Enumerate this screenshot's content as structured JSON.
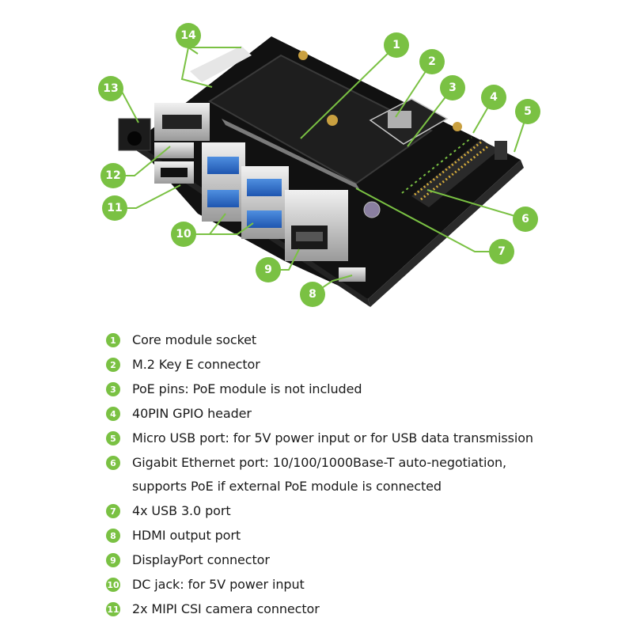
{
  "accent_color": "#7ac143",
  "board_color": "#111111",
  "callouts": [
    {
      "number": "1"
    },
    {
      "number": "2"
    },
    {
      "number": "3"
    },
    {
      "number": "4"
    },
    {
      "number": "5"
    },
    {
      "number": "6"
    },
    {
      "number": "7"
    },
    {
      "number": "8"
    },
    {
      "number": "9"
    },
    {
      "number": "10"
    },
    {
      "number": "11"
    },
    {
      "number": "12"
    },
    {
      "number": "13"
    },
    {
      "number": "14"
    }
  ],
  "legend": [
    {
      "number": "1",
      "text": "Core module socket"
    },
    {
      "number": "2",
      "text": "M.2 Key E connector"
    },
    {
      "number": "3",
      "text": "PoE pins: PoE module is not included"
    },
    {
      "number": "4",
      "text": "40PIN GPIO header"
    },
    {
      "number": "5",
      "text": "Micro USB port: for 5V power input or for USB data transmission"
    },
    {
      "number": "6",
      "text": "Gigabit Ethernet port: 10/100/1000Base-T auto-negotiation,",
      "text2": "supports PoE if external PoE module is connected"
    },
    {
      "number": "7",
      "text": "4x USB 3.0 port"
    },
    {
      "number": "8",
      "text": "HDMI output port"
    },
    {
      "number": "9",
      "text": "DisplayPort connector"
    },
    {
      "number": "10",
      "text": "DC jack: for 5V power input"
    },
    {
      "number": "11",
      "text": "2x MIPI CSI camera connector"
    }
  ]
}
